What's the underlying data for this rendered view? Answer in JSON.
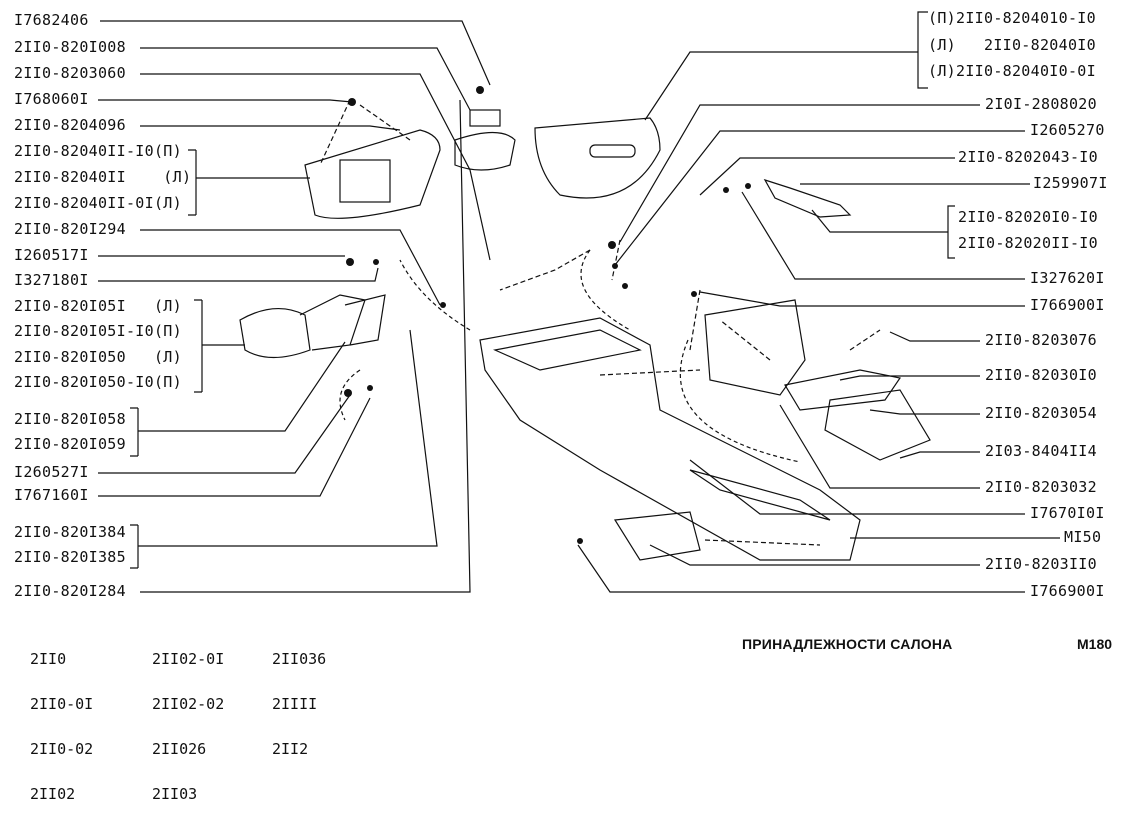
{
  "left_labels": [
    "I7682406",
    "2II0-820I008",
    "2II0-8203060",
    "I768060I",
    "2II0-8204096",
    "2II0-82040II-I0(П)",
    "2II0-82040II    (Л)",
    "2II0-82040II-0I(Л)",
    "2II0-820I294",
    "I260517I",
    "I327180I",
    "2II0-820I05I   (Л)",
    "2II0-820I05I-I0(П)",
    "2II0-820I050   (Л)",
    "2II0-820I050-I0(П)",
    "2II0-820I058",
    "2II0-820I059",
    "I260527I",
    "I767160I",
    "2II0-820I384",
    "2II0-820I385",
    "2II0-820I284"
  ],
  "right_labels": [
    "(П)2II0-8204010-I0",
    "(Л)   2II0-82040I0",
    "(Л)2II0-82040I0-0I",
    "2I0I-2808020",
    "I2605270",
    "2II0-8202043-I0",
    "I259907I",
    "2II0-82020I0-I0",
    "2II0-82020II-I0",
    "I327620I",
    "I766900I",
    "2II0-8203076",
    "2II0-82030I0",
    "2II0-8203054",
    "2I03-8404II4",
    "2II0-8203032",
    "I7670I0I",
    "MI50",
    "2II0-8203II0",
    "I766900I"
  ],
  "models": {
    "col1": [
      "2II0",
      "2II0-0I",
      "2II0-02",
      "2II02"
    ],
    "col2": [
      "2II02-0I",
      "2II02-02",
      "2II026",
      "2II03"
    ],
    "col3": [
      "2II036",
      "2IIII",
      "2II2"
    ]
  },
  "title": "ПРИНАДЛЕЖНОСТИ САЛОНА",
  "page_code": "M180"
}
